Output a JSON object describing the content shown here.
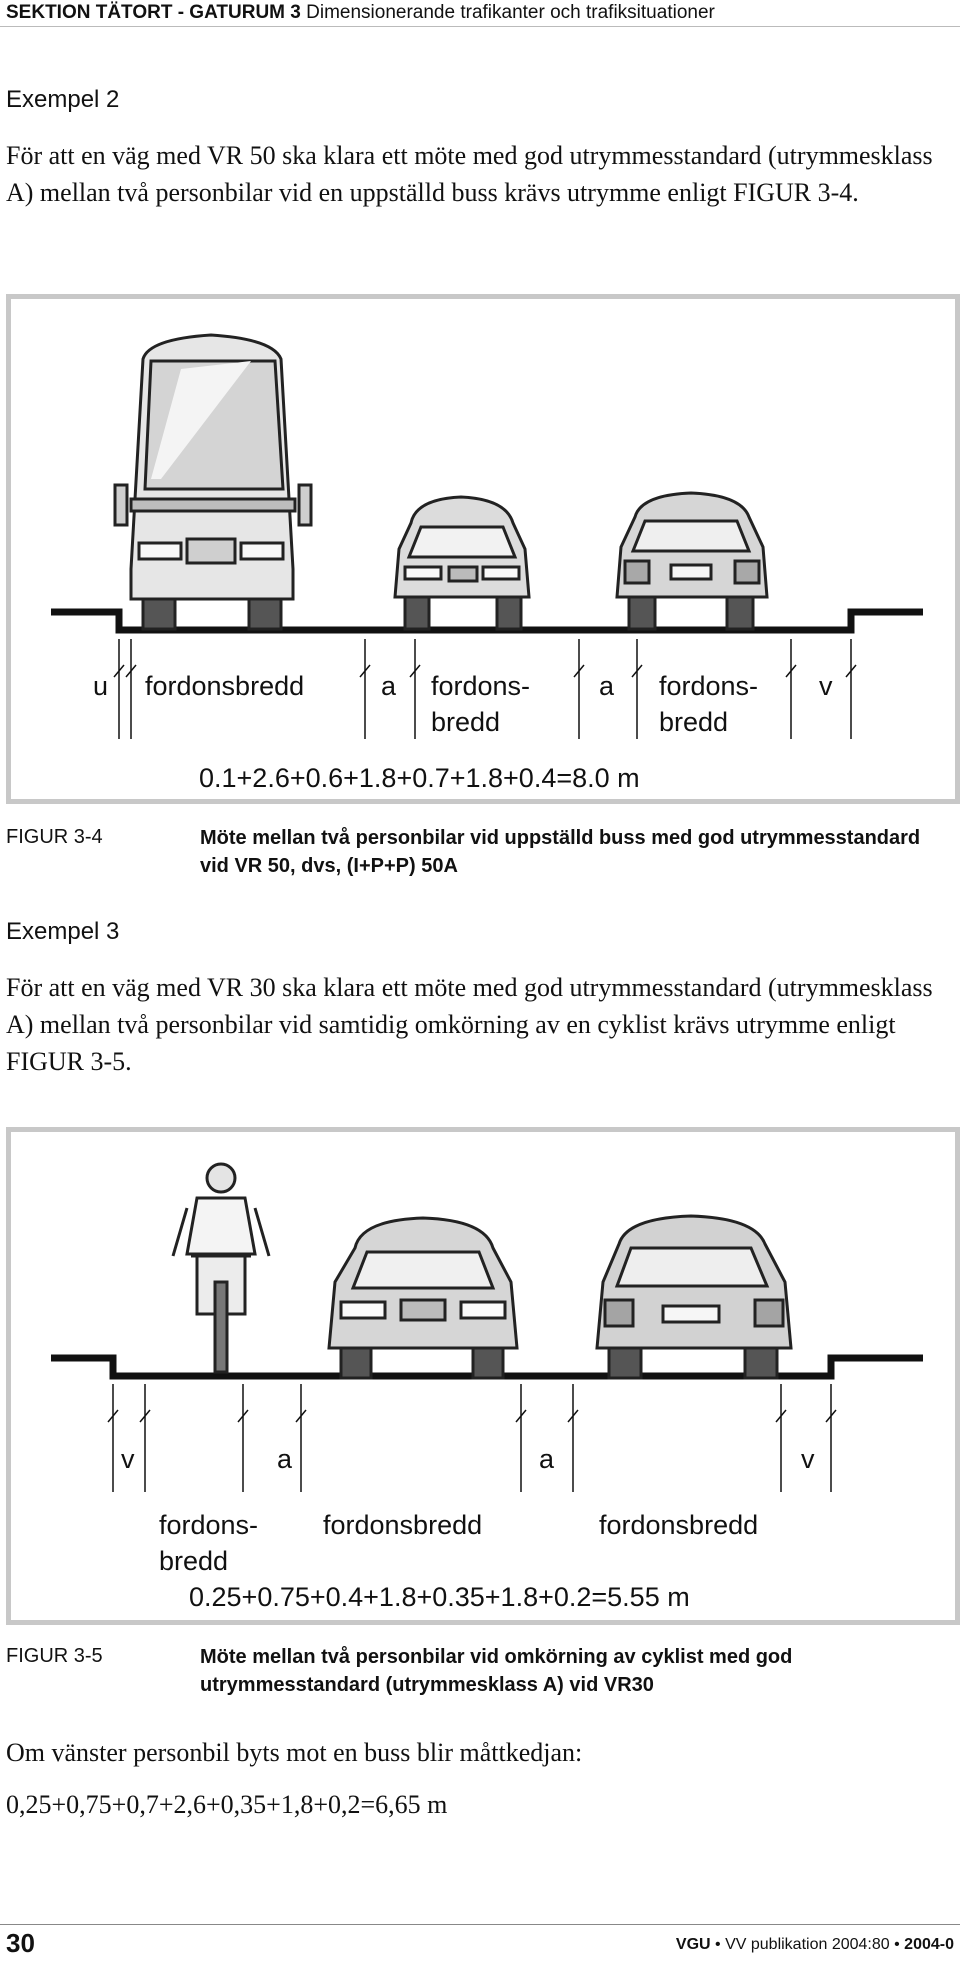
{
  "header": {
    "section": "SEKTION TÄTORT - GATURUM",
    "chapter_number": "3",
    "chapter_title": "Dimensionerande trafikanter och trafiksituationer"
  },
  "example2": {
    "heading": "Exempel 2",
    "text": "För att en väg med VR 50 ska klara ett möte med god utrymmesstandard (utrymmesklass A) mellan två personbilar vid en uppställd buss krävs utrymme enligt FIGUR 3-4."
  },
  "figure34": {
    "labels": {
      "u": "u",
      "fordonsbredd": "fordonsbredd",
      "a1": "a",
      "fordons1_line1": "fordons-",
      "fordons1_line2": "bredd",
      "a2": "a",
      "fordons2_line1": "fordons-",
      "fordons2_line2": "bredd",
      "v": "v"
    },
    "formula": "0.1+2.6+0.6+1.8+0.7+1.8+0.4=8.0 m",
    "label": "FIGUR 3-4",
    "caption": "Möte mellan två personbilar vid uppställd buss med god utrymmesstandard vid VR 50, dvs, (I+P+P) 50A"
  },
  "example3": {
    "heading": "Exempel 3",
    "text": "För att en väg med VR 30 ska klara ett möte med god utrymmesstandard (utrymmesklass A) mellan två personbilar vid samtidig omkörning av en cyklist krävs utrymme enligt FIGUR 3-5."
  },
  "figure35": {
    "labels": {
      "v1": "v",
      "a1": "a",
      "a2": "a",
      "v2": "v",
      "fordons_line1": "fordons-",
      "fordons_line2": "bredd",
      "fordonsbredd1": "fordonsbredd",
      "fordonsbredd2": "fordonsbredd"
    },
    "formula": "0.25+0.75+0.4+1.8+0.35+1.8+0.2=5.55 m",
    "label": "FIGUR 3-5",
    "caption": "Möte mellan två personbilar vid omkörning av cyklist med god utrymmesstandard (utrymmesklass A) vid VR30"
  },
  "closing": {
    "text1": "Om vänster personbil byts mot en buss blir måttkedjan:",
    "text2": "0,25+0,75+0,7+2,6+0,35+1,8+0,2=6,65 m"
  },
  "footer": {
    "page_number": "30",
    "brand": "VGU",
    "publication": "VV publikation 2004:80",
    "edition": "2004-0"
  }
}
